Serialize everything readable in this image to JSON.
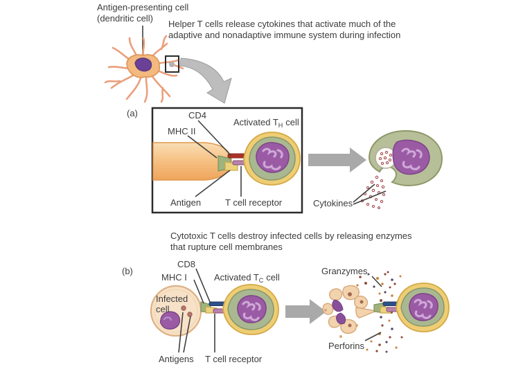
{
  "colors": {
    "text": "#3b3b3b",
    "apc-orange": "#f3b97e",
    "apc-branch": "#ea9f7b",
    "nucleus-purple": "#9a5ba4",
    "nucleus-purple-dark": "#6b4197",
    "membrane-yellow": "#eecd74",
    "cell-green": "#aab891",
    "cytosol-green": "#b7bf98",
    "arrow-gray": "#a9a9a9",
    "mhc-green": "#9fb37c",
    "antigen-yellow": "#edd27e",
    "cd4-red": "#a93226",
    "cd8-blue": "#2e4f86",
    "tcr-pink": "#b583ad",
    "cytokine-dot": "#a84b4e",
    "infected-peach": "#f7e2c8"
  },
  "header": {
    "apc_label": "Antigen-presenting cell",
    "apc_sublabel": "(dendritic cell)",
    "helper_caption_line1": "Helper T cells release cytokines that activate much of the",
    "helper_caption_line2": "adaptive and nonadaptive immune system during infection"
  },
  "panel_a": {
    "tag": "(a)",
    "cd4_label": "CD4",
    "mhc2_label": "MHC II",
    "antigen_label": "Antigen",
    "tcr_label": "T cell receptor",
    "activated_cell_prefix": "Activated T",
    "activated_cell_sub": "H",
    "activated_cell_suffix": "cell",
    "cytokines_label": "Cytokines"
  },
  "section_b": {
    "caption_line1": "Cytotoxic T cells destroy infected cells by releasing enzymes",
    "caption_line2": "that rupture cell membranes"
  },
  "panel_b": {
    "tag": "(b)",
    "cd8_label": "CD8",
    "mhc1_label": "MHC I",
    "infected_line1": "Infected",
    "infected_line2": "cell",
    "activated_cell_prefix": "Activated T",
    "activated_cell_sub": "C",
    "activated_cell_suffix": "cell",
    "antigens_label": "Antigens",
    "tcr_label": "T cell receptor",
    "granzymes_label": "Granzymes",
    "perforins_label": "Perforins"
  }
}
